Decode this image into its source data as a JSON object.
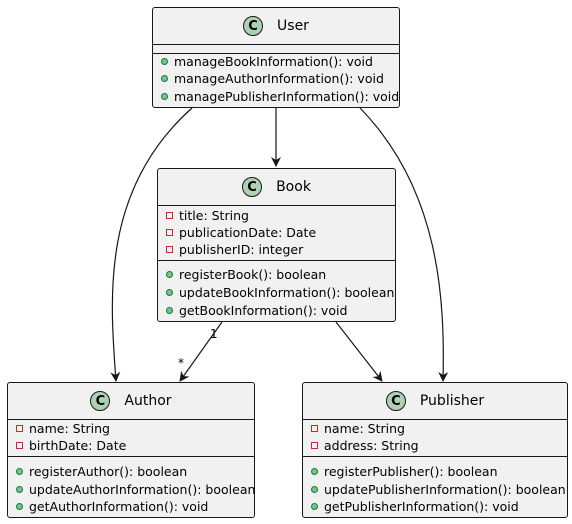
{
  "colors": {
    "class_fill": "#f1f1f1",
    "border": "#181818",
    "badge_fill": "#add1b2",
    "private_marker": "#c82930",
    "public_marker_fill": "#84be84",
    "public_marker_stroke": "#038048"
  },
  "classes": {
    "user": {
      "badge": "C",
      "name": "User",
      "attributes": [],
      "methods": [
        {
          "visibility": "public",
          "text": "manageBookInformation(): void"
        },
        {
          "visibility": "public",
          "text": "manageAuthorInformation(): void"
        },
        {
          "visibility": "public",
          "text": "managePublisherInformation(): void"
        }
      ]
    },
    "book": {
      "badge": "C",
      "name": "Book",
      "attributes": [
        {
          "visibility": "private",
          "text": "title: String"
        },
        {
          "visibility": "private",
          "text": "publicationDate: Date"
        },
        {
          "visibility": "private",
          "text": "publisherID: integer"
        }
      ],
      "methods": [
        {
          "visibility": "public",
          "text": "registerBook(): boolean"
        },
        {
          "visibility": "public",
          "text": "updateBookInformation(): boolean"
        },
        {
          "visibility": "public",
          "text": "getBookInformation(): void"
        }
      ]
    },
    "author": {
      "badge": "C",
      "name": "Author",
      "attributes": [
        {
          "visibility": "private",
          "text": "name: String"
        },
        {
          "visibility": "private",
          "text": "birthDate: Date"
        }
      ],
      "methods": [
        {
          "visibility": "public",
          "text": "registerAuthor(): boolean"
        },
        {
          "visibility": "public",
          "text": "updateAuthorInformation(): boolean"
        },
        {
          "visibility": "public",
          "text": "getAuthorInformation(): void"
        }
      ]
    },
    "publisher": {
      "badge": "C",
      "name": "Publisher",
      "attributes": [
        {
          "visibility": "private",
          "text": "name: String"
        },
        {
          "visibility": "private",
          "text": "address: String"
        }
      ],
      "methods": [
        {
          "visibility": "public",
          "text": "registerPublisher(): boolean"
        },
        {
          "visibility": "public",
          "text": "updatePublisherInformation(): boolean"
        },
        {
          "visibility": "public",
          "text": "getPublisherInformation(): void"
        }
      ]
    }
  },
  "relations": [
    {
      "from": "user",
      "to": "book",
      "source_label": "",
      "target_label": ""
    },
    {
      "from": "user",
      "to": "author",
      "source_label": "",
      "target_label": ""
    },
    {
      "from": "user",
      "to": "publisher",
      "source_label": "",
      "target_label": ""
    },
    {
      "from": "book",
      "to": "author",
      "source_label": "1",
      "target_label": "*"
    },
    {
      "from": "book",
      "to": "publisher",
      "source_label": "",
      "target_label": ""
    }
  ]
}
